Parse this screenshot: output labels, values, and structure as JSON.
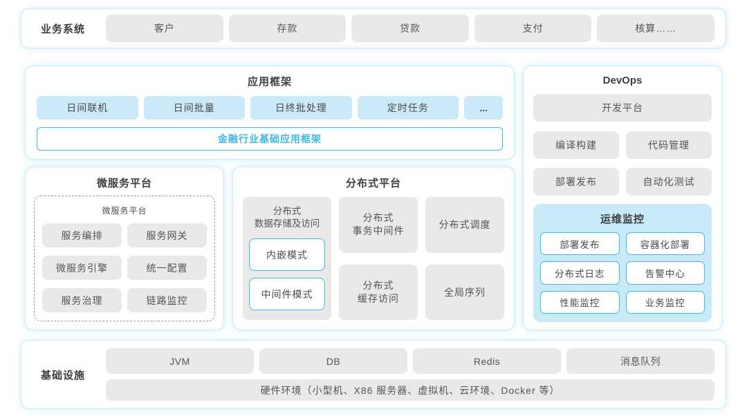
{
  "colors": {
    "card_border": "#c9eaf7",
    "box_gray": "#e9e9e9",
    "box_blue": "#cbe9f8",
    "accent_cyan": "#3cb9e5",
    "ops_bg": "#c8eaf8"
  },
  "business": {
    "label": "业务系统",
    "items": [
      "客户",
      "存款",
      "贷款",
      "支付",
      "核算……"
    ]
  },
  "app_framework": {
    "title": "应用框架",
    "items": [
      "日间联机",
      "日间批量",
      "日终批处理",
      "定时任务",
      "..."
    ],
    "base": "金融行业基础应用框架"
  },
  "microservice": {
    "title": "微服务平台",
    "inner_title": "微服务平台",
    "items": [
      "服务编排",
      "服务网关",
      "微服务引擎",
      "统一配置",
      "服务治理",
      "链路监控"
    ]
  },
  "distributed": {
    "title": "分布式平台",
    "storage": {
      "title": "分布式\n数据存储及访问",
      "modes": [
        "内嵌模式",
        "中间件模式"
      ]
    },
    "col2": [
      "分布式\n事务中间件",
      "分布式\n缓存访问"
    ],
    "col3": [
      "分布式调度",
      "全局序列"
    ]
  },
  "devops": {
    "title": "DevOps",
    "platform": "开发平台",
    "items": [
      "编译构建",
      "代码管理",
      "部署发布",
      "自动化测试"
    ],
    "ops": {
      "title": "运维监控",
      "items": [
        "部署发布",
        "容器化部署",
        "分布式日志",
        "告警中心",
        "性能监控",
        "业务监控"
      ]
    }
  },
  "infrastructure": {
    "label": "基础设施",
    "items": [
      "JVM",
      "DB",
      "Redis",
      "消息队列"
    ],
    "hardware": "硬件环境（小型机、X86 服务器、虚拟机、云环境、Docker 等）"
  }
}
